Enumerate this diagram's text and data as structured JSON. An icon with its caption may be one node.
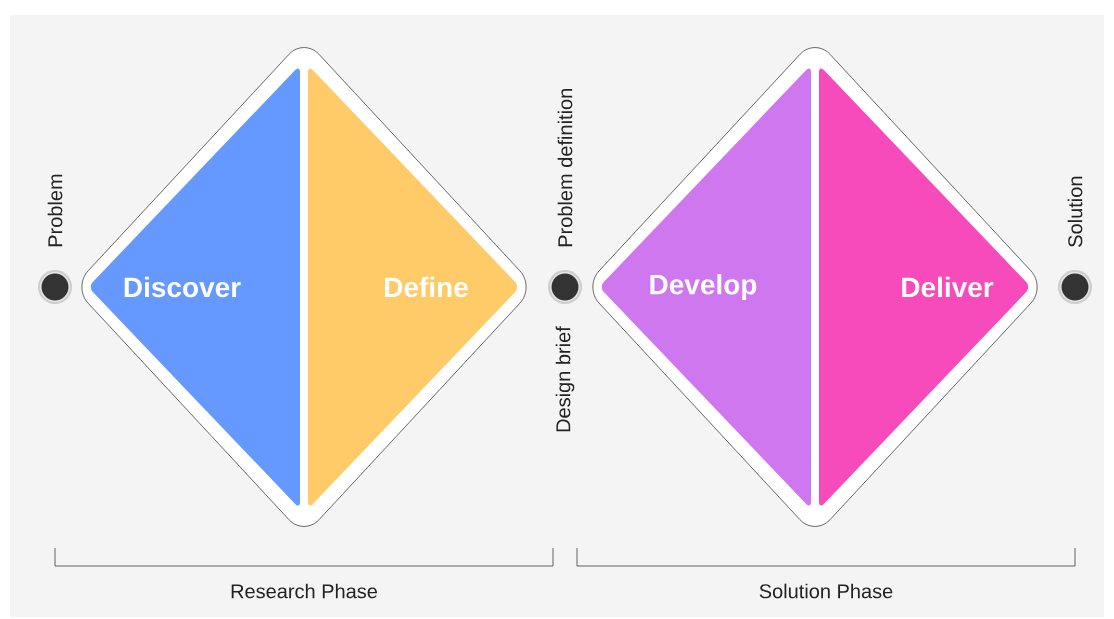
{
  "diagram": {
    "nodes": [
      {
        "text": [],
        "shape": "diamond"
      },
      {
        "text": [
          "Discover"
        ],
        "in": 0
      },
      {
        "text": [
          "Define"
        ],
        "in": 0
      },
      {
        "text": [],
        "shape": "diamond"
      },
      {
        "text": [
          "Develop"
        ],
        "in": 3
      },
      {
        "text": [
          "Deliver"
        ],
        "in": 3
      },
      {
        "text": [],
        "shape": "circle",
        "beside": [
          "Problem"
        ]
      },
      {
        "text": [],
        "shape": "circle",
        "beside": [
          "Problem definition",
          "Design brief"
        ]
      },
      {
        "text": [],
        "shape": "circle",
        "beside": [
          "Solution"
        ]
      }
    ],
    "labels": [
      "Research Phase",
      "Solution Phase"
    ]
  }
}
